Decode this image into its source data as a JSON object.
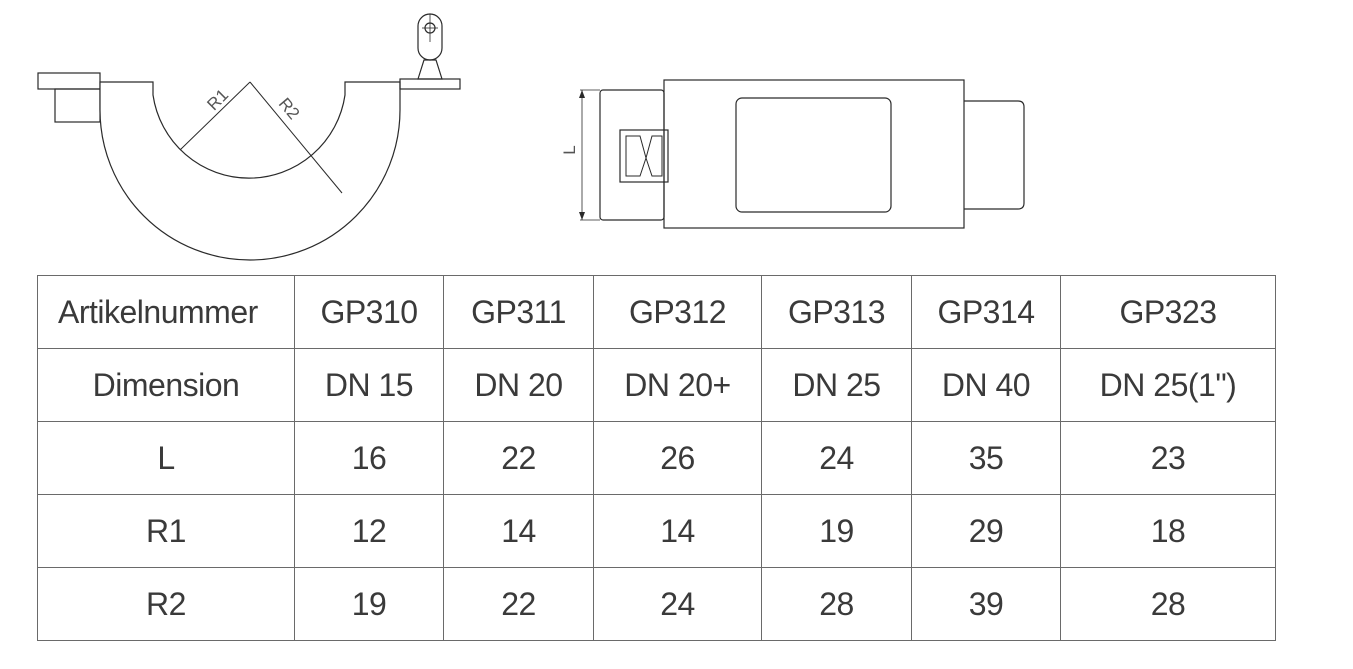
{
  "drawing": {
    "label_r1": "R1",
    "label_r2": "R2",
    "label_l": "L"
  },
  "table": {
    "header": [
      "Artikelnummer",
      "GP310",
      "GP311",
      "GP312",
      "GP313",
      "GP314",
      "GP323"
    ],
    "rows": [
      [
        "Dimension",
        "DN 15",
        "DN 20",
        "DN 20+",
        "DN 25",
        "DN 40",
        "DN 25(1\")"
      ],
      [
        "L",
        "16",
        "22",
        "26",
        "24",
        "35",
        "23"
      ],
      [
        "R1",
        "12",
        "14",
        "14",
        "19",
        "29",
        "18"
      ],
      [
        "R2",
        "19",
        "22",
        "24",
        "28",
        "39",
        "28"
      ]
    ]
  }
}
